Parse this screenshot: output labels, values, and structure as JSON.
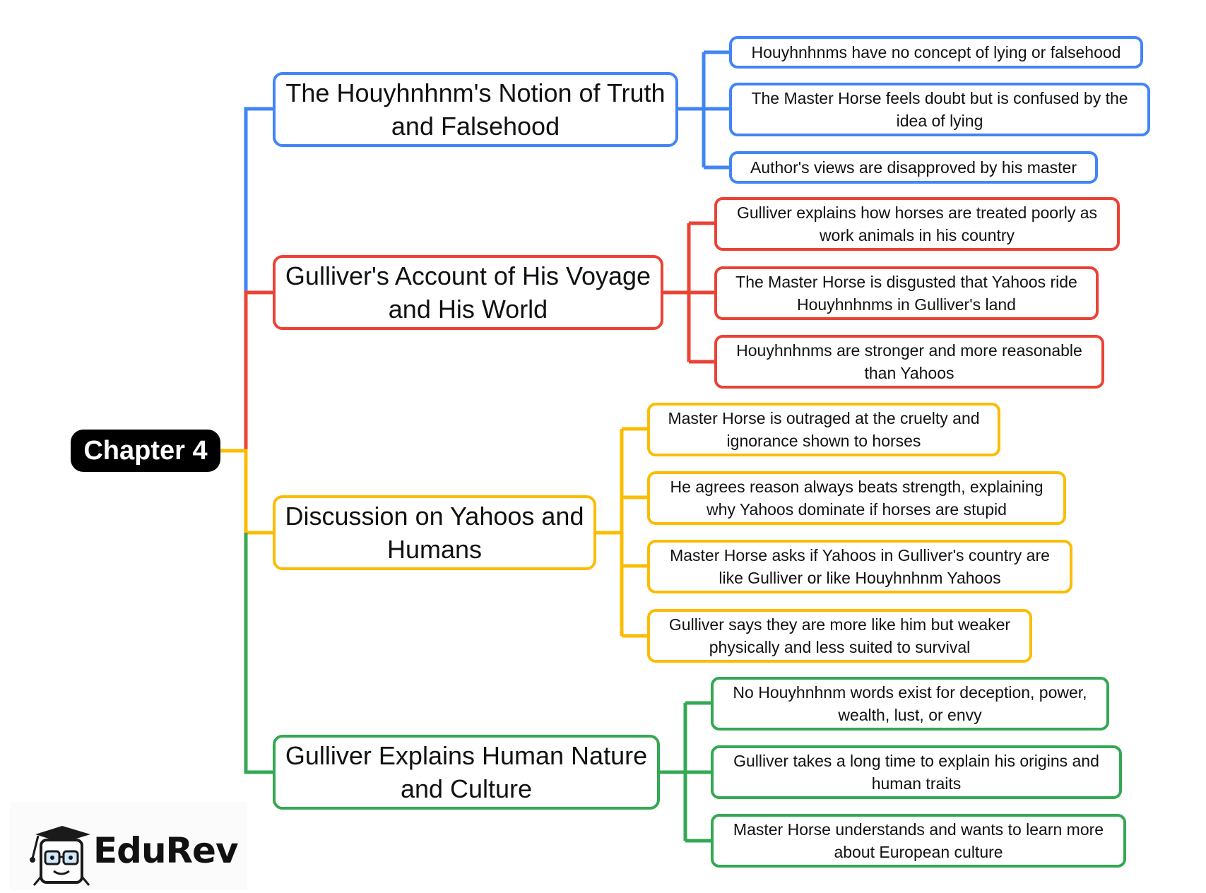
{
  "root": {
    "label": "Chapter 4"
  },
  "branches": [
    {
      "label": "The Houyhnhnm's Notion of Truth and Falsehood",
      "color": "#4285f4",
      "leaves": [
        "Houyhnhnms have no concept of lying or falsehood",
        "The Master Horse feels doubt but is confused by the idea of lying",
        "Author's views are disapproved by his master"
      ]
    },
    {
      "label": "Gulliver's Account of His Voyage and His World",
      "color": "#ea4335",
      "leaves": [
        "Gulliver explains how horses are treated poorly as work animals in his country",
        "The Master Horse is disgusted that Yahoos ride Houyhnhnms in Gulliver's land",
        "Houyhnhnms are stronger and more reasonable than Yahoos"
      ]
    },
    {
      "label": "Discussion on Yahoos and Humans",
      "color": "#fbbc04",
      "leaves": [
        "Master Horse is outraged at the cruelty and ignorance shown to horses",
        "He agrees reason always beats strength, explaining why Yahoos dominate if horses are stupid",
        "Master Horse asks if Yahoos in Gulliver's country are like Gulliver or like Houyhnhnm Yahoos",
        "Gulliver says they are more like him but weaker physically and less suited to survival"
      ]
    },
    {
      "label": "Gulliver Explains Human Nature and Culture",
      "color": "#34a853",
      "leaves": [
        "No Houyhnhnm words exist for deception, power, wealth, lust, or envy",
        "Gulliver takes a long time to explain his origins and human traits",
        "Master Horse understands and wants to learn more about European culture"
      ]
    }
  ],
  "logo": {
    "text": "EduRev"
  }
}
